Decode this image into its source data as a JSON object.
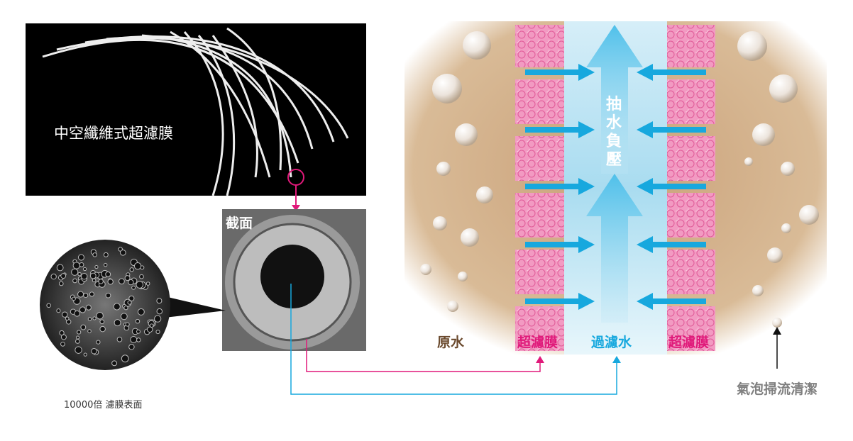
{
  "photo": {
    "title": "中空纖維式超濾膜"
  },
  "cross_section": {
    "title": "截面"
  },
  "magnifier": {
    "caption": "10000倍 濾膜表面"
  },
  "panel": {
    "raw_water": "原水",
    "membrane_left": "超濾膜",
    "filtered_water": "過濾水",
    "membrane_right": "超濾膜",
    "suction": "抽水負壓",
    "bubble_caption": "氣泡掃流清潔"
  },
  "colors": {
    "pink": "#e0197a",
    "blue": "#17a8de",
    "brown": "#6b4a2e",
    "gray": "#808080"
  }
}
